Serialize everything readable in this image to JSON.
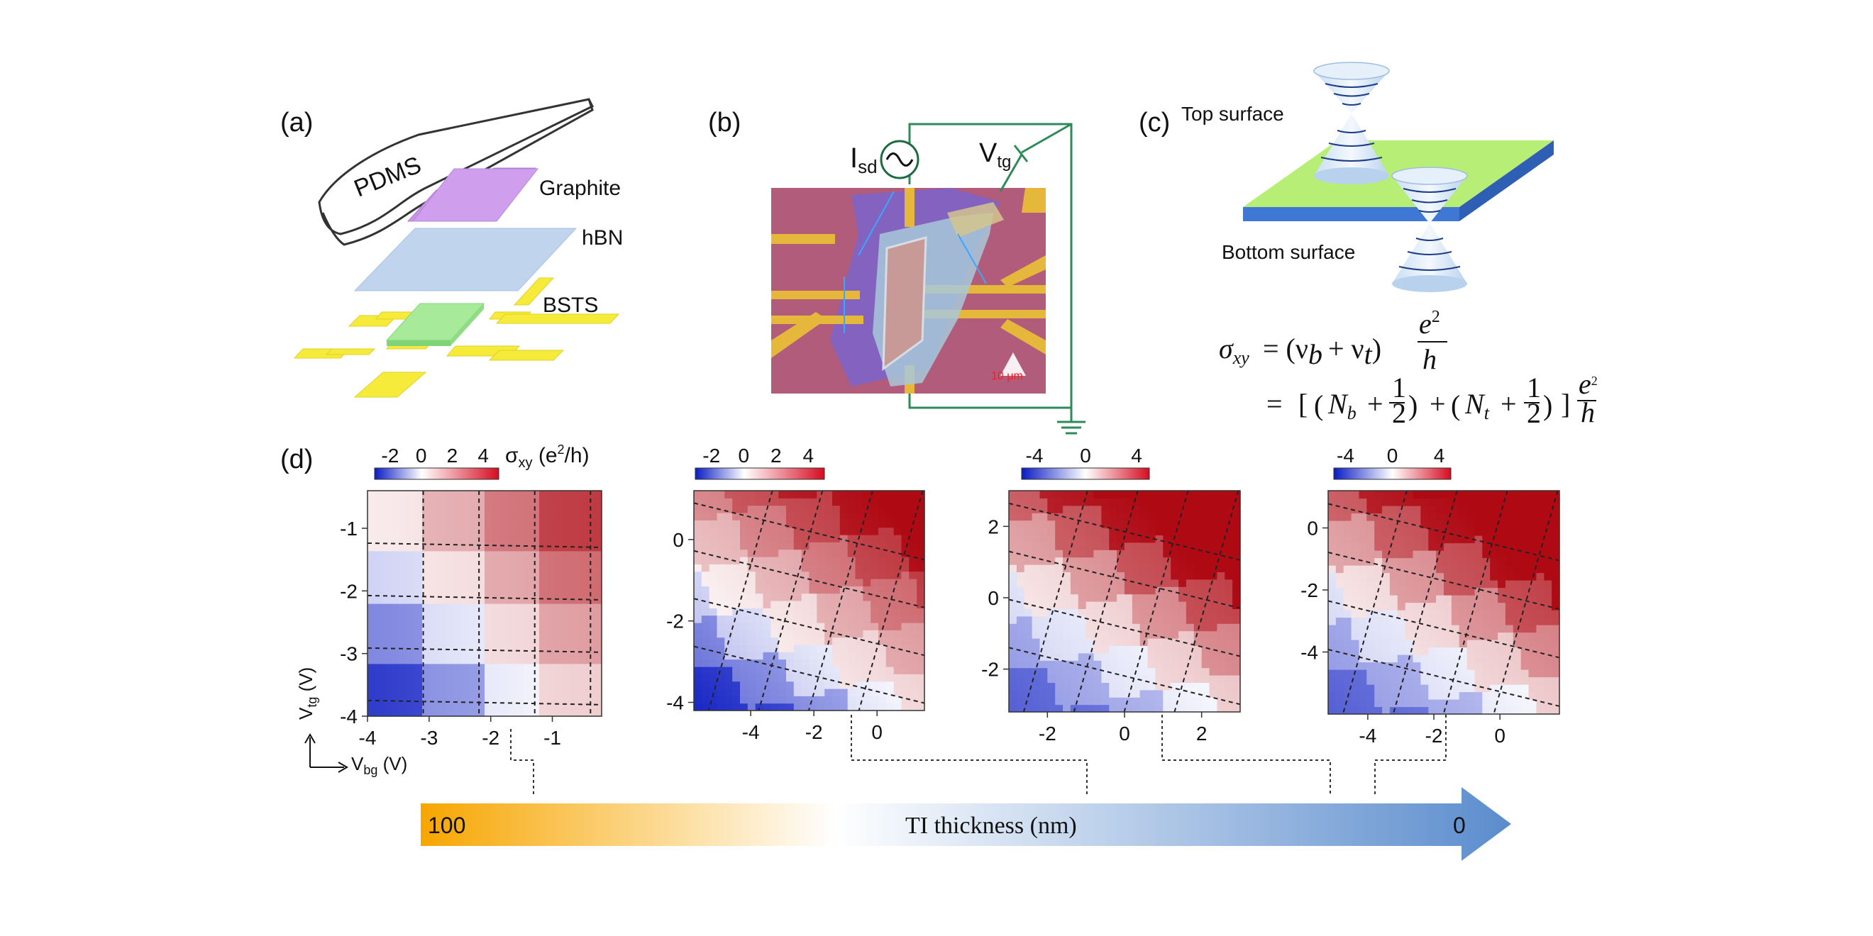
{
  "panel_labels": {
    "a": "(a)",
    "b": "(b)",
    "c": "(c)",
    "d": "(d)"
  },
  "panel_a": {
    "pdms": "PDMS",
    "graphite": "Graphite",
    "hbn": "hBN",
    "bsts": "BSTS"
  },
  "panel_b": {
    "isd": "I",
    "isd_sub": "sd",
    "vtg": "V",
    "vtg_sub": "tg",
    "scale_bar": "10 μm"
  },
  "panel_c": {
    "top": "Top surface",
    "bottom": "Bottom surface"
  },
  "equation": {
    "line1_lhs": "σ",
    "line1_lhs_sub": "xy",
    "line1_rhs": "= (ν",
    "nu_b_sub": "b",
    "plus": "+ ν",
    "nu_t_sub": "t",
    "close": ")",
    "frac_num": "e",
    "frac_num_sup": "2",
    "frac_den": "h",
    "line2_prefix": "=",
    "line2_N": "N",
    "N_b_sub": "b",
    "N_t_sub": "t",
    "half": "1",
    "half_den": "2"
  },
  "colorbar_unit": "σ",
  "colorbar_unit_sub": "xy",
  "colorbar_unit_tail": " (e",
  "colorbar_unit_sup": "2",
  "colorbar_unit_end": "/h)",
  "axis_labels": {
    "vtg": "V",
    "vtg_sub": "tg",
    "vtg_unit": " (V)",
    "vbg": "V",
    "vbg_sub": "bg",
    "vbg_unit": " (V)"
  },
  "thickness_arrow": {
    "label": "TI thickness (nm)",
    "left": "100",
    "right": "0"
  },
  "colors": {
    "blue": "#1f3fd0",
    "red": "#c8102e",
    "orange": "#f7a600",
    "arrow_blue": "#5b8fcf"
  },
  "chart_data": [
    {
      "type": "heatmap",
      "colorbar_ticks": [
        "-2",
        "0",
        "2",
        "4"
      ],
      "clim": [
        -3,
        5
      ],
      "x_ticks": [
        "-4",
        "-3",
        "-2",
        "-1"
      ],
      "y_ticks": [
        "-1",
        "-2",
        "-3",
        "-4"
      ],
      "xlim": [
        -4,
        -0.2
      ],
      "ylim": [
        -4,
        -0.4
      ]
    },
    {
      "type": "heatmap",
      "colorbar_ticks": [
        "-2",
        "0",
        "2",
        "4"
      ],
      "clim": [
        -3,
        5
      ],
      "x_ticks": [
        "-4",
        "-2",
        "0"
      ],
      "y_ticks": [
        "0",
        "-2",
        "-4"
      ],
      "xlim": [
        -5.8,
        1.5
      ],
      "ylim": [
        -4.2,
        1.2
      ]
    },
    {
      "type": "heatmap",
      "colorbar_ticks": [
        "-4",
        "0",
        "4"
      ],
      "clim": [
        -5,
        5
      ],
      "x_ticks": [
        "-2",
        "0",
        "2"
      ],
      "y_ticks": [
        "2",
        "0",
        "-2"
      ],
      "xlim": [
        -3,
        3
      ],
      "ylim": [
        -3.2,
        3
      ]
    },
    {
      "type": "heatmap",
      "colorbar_ticks": [
        "-4",
        "0",
        "4"
      ],
      "clim": [
        -5,
        5
      ],
      "x_ticks": [
        "-4",
        "-2",
        "0"
      ],
      "y_ticks": [
        "0",
        "-2",
        "-4"
      ],
      "xlim": [
        -5.2,
        1.8
      ],
      "ylim": [
        -6,
        1.2
      ]
    }
  ]
}
